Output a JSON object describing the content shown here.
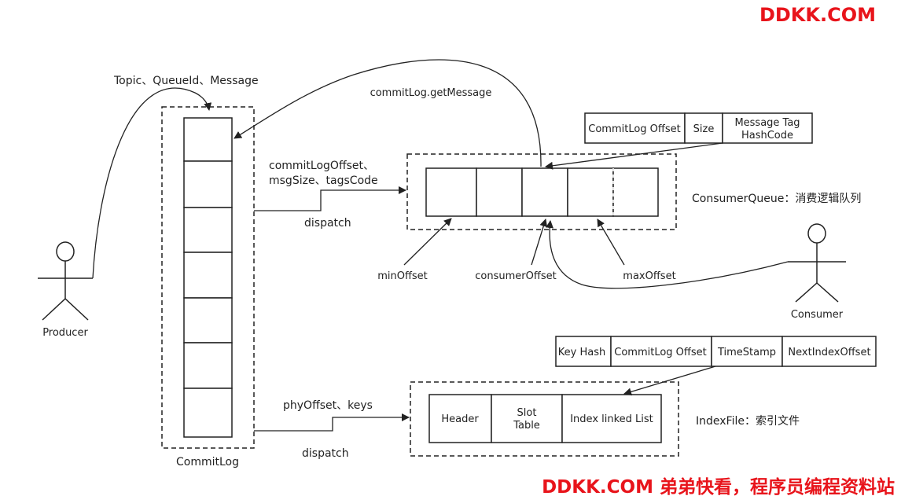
{
  "watermark": {
    "top": "DDKK.COM",
    "bottom": "DDKK.COM 弟弟快看，程序员编程资料站"
  },
  "actors": {
    "producer": "Producer",
    "consumer": "Consumer"
  },
  "commitlog": {
    "label": "CommitLog",
    "producer_message": "Topic、QueueId、Message"
  },
  "arrows": {
    "get_message": "commitLog.getMessage",
    "dispatch_cq_line1": "commitLogOffset、",
    "dispatch_cq_line2": "msgSize、tagsCode",
    "dispatch_cq": "dispatch",
    "dispatch_idx_fields": "phyOffset、keys",
    "dispatch_idx": "dispatch"
  },
  "consumequeue": {
    "entry_fields": [
      "CommitLog Offset",
      "Size",
      "Message Tag HashCode"
    ],
    "entry_tag_line1": "Message Tag",
    "entry_tag_line2": "HashCode",
    "label": "ConsumerQueue：消费逻辑队列",
    "min_offset": "minOffset",
    "consumer_offset": "consumerOffset",
    "max_offset": "maxOffset"
  },
  "indexfile": {
    "entry_fields": [
      "Key Hash",
      "CommitLog Offset",
      "TimeStamp",
      "NextIndexOffset"
    ],
    "header": "Header",
    "slot_line1": "Slot",
    "slot_line2": "Table",
    "linked_list": "Index linked List",
    "label": "IndexFile：索引文件"
  },
  "colors": {
    "stroke": "#222222",
    "watermark": "#e8141b"
  }
}
